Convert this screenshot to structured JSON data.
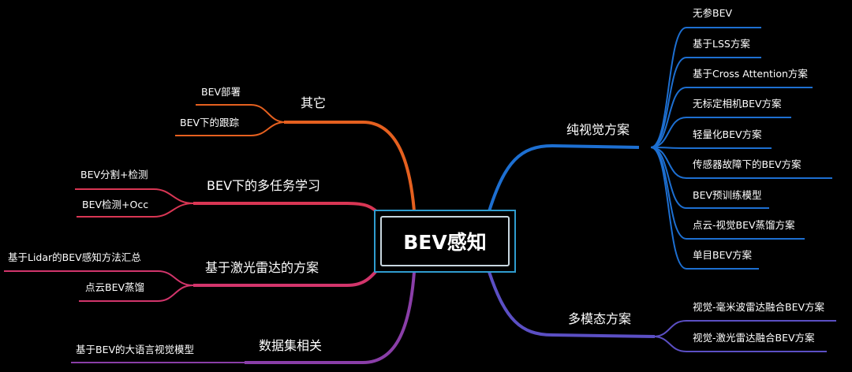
{
  "root": {
    "label": "BEV感知"
  },
  "branches": [
    {
      "label": "纯视觉方案",
      "color": "#1d6fd1",
      "children": [
        "无参BEV",
        "基于LSS方案",
        "基于Cross Attention方案",
        "无标定相机BEV方案",
        "轻量化BEV方案",
        "传感器故障下的BEV方案",
        "BEV预训练模型",
        "点云-视觉BEV蒸馏方案",
        "单目BEV方案"
      ]
    },
    {
      "label": "多模态方案",
      "color": "#5b4fc4",
      "children": [
        "视觉-毫米波雷达融合BEV方案",
        "视觉-激光雷达融合BEV方案"
      ]
    },
    {
      "label": "其它",
      "color": "#e5601f",
      "children": [
        "BEV部署",
        "BEV下的跟踪"
      ]
    },
    {
      "label": "BEV下的多任务学习",
      "color": "#d93654",
      "children": [
        "BEV分割+检测",
        "BEV检测+Occ"
      ]
    },
    {
      "label": "基于激光雷达的方案",
      "color": "#d2356b",
      "children": [
        "基于Lidar的BEV感知方法汇总",
        "点云BEV蒸馏"
      ]
    },
    {
      "label": "数据集相关",
      "color": "#8a3ea8",
      "children": [
        "基于BEV的大语言视觉模型"
      ]
    }
  ]
}
